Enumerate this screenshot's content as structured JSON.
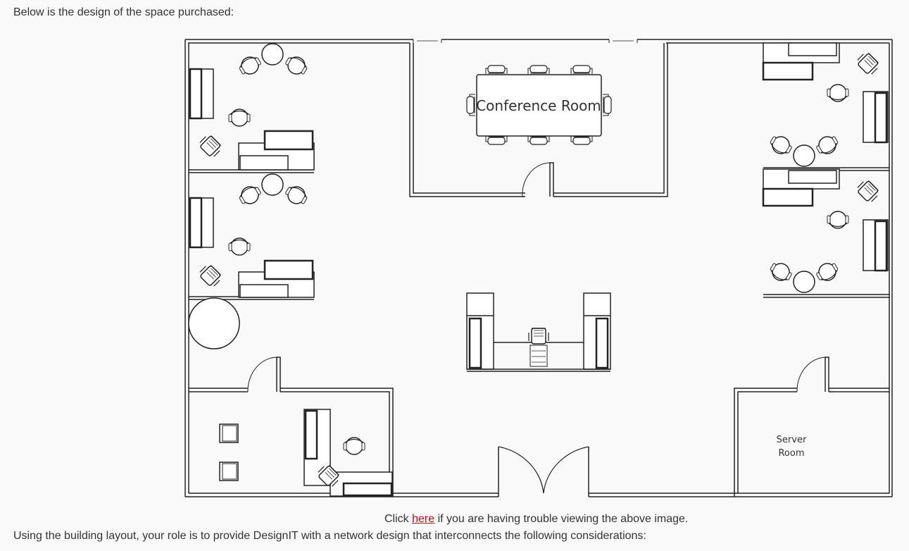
{
  "intro_text": "Below is the design of the space purchased:",
  "floorplan": {
    "rooms": {
      "conference": "Conference Room",
      "server_line1": "Server",
      "server_line2": "Room"
    }
  },
  "caption": {
    "before": "Click ",
    "link": "here",
    "after": " if you are having trouble viewing the above image."
  },
  "outro_text": "Using the building layout, your role is to provide DesignIT with a network design that interconnects the following considerations:"
}
